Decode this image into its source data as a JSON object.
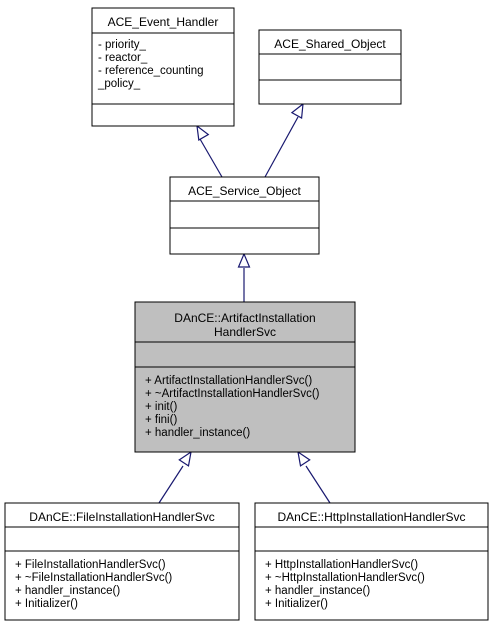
{
  "classes": {
    "event_handler": {
      "title": [
        "ACE_Event_Handler"
      ],
      "attributes": [
        "- priority_",
        "- reactor_",
        "- reference_counting",
        "_policy_"
      ],
      "methods": []
    },
    "shared_object": {
      "title": [
        "ACE_Shared_Object"
      ],
      "attributes": [],
      "methods": []
    },
    "service_object": {
      "title": [
        "ACE_Service_Object"
      ],
      "attributes": [],
      "methods": []
    },
    "artifact_svc": {
      "title": [
        "DAnCE::ArtifactInstallation",
        "HandlerSvc"
      ],
      "attributes": [],
      "methods": [
        "+ ArtifactInstallationHandlerSvc()",
        "+ ~ArtifactInstallationHandlerSvc()",
        "+ init()",
        "+ fini()",
        "+ handler_instance()"
      ]
    },
    "file_svc": {
      "title": [
        "DAnCE::FileInstallationHandlerSvc"
      ],
      "attributes": [],
      "methods": [
        "+ FileInstallationHandlerSvc()",
        "+ ~FileInstallationHandlerSvc()",
        "+ handler_instance()",
        "+ Initializer()"
      ]
    },
    "http_svc": {
      "title": [
        "DAnCE::HttpInstallationHandlerSvc"
      ],
      "attributes": [],
      "methods": [
        "+ HttpInstallationHandlerSvc()",
        "+ ~HttpInstallationHandlerSvc()",
        "+ handler_instance()",
        "+ Initializer()"
      ]
    }
  },
  "colors": {
    "edge": "#191970",
    "highlight_fill": "#bfbfbf",
    "box_fill": "#ffffff",
    "border": "#000000"
  }
}
